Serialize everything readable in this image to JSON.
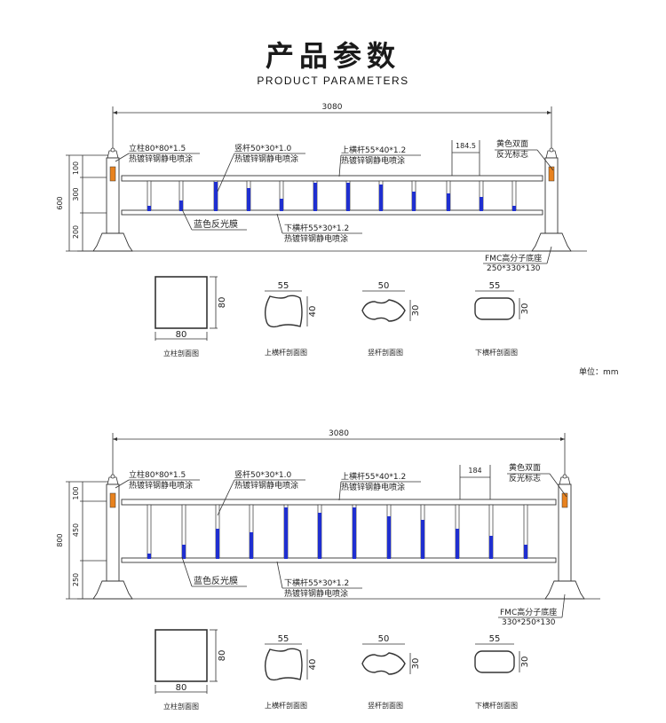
{
  "header": {
    "title": "产品参数",
    "subtitle": "PRODUCT PARAMETERS"
  },
  "colors": {
    "line": "#333333",
    "reflective_blue": "#1f2fd0",
    "reflective_orange": "#e8821e",
    "background": "#ffffff"
  },
  "unit_label": "单位：mm",
  "drawing1": {
    "total_width": "3080",
    "height_total": "600",
    "height_parts": [
      "100",
      "300",
      "200"
    ],
    "spacing": "184.5",
    "post_label": [
      "立柱80*80*1.5",
      "热镀锌钢静电喷涂"
    ],
    "vertical_label": [
      "竖杆50*30*1.0",
      "热镀锌钢静电喷涂"
    ],
    "top_rail_label": [
      "上横杆55*40*1.2",
      "热镀锌钢静电喷涂"
    ],
    "reflector_label": [
      "黄色双面",
      "反光标志"
    ],
    "blue_film_label": "蓝色反光膜",
    "bottom_rail_label": [
      "下横杆55*30*1.2",
      "热镀锌钢静电喷涂"
    ],
    "base_label": [
      "FMC高分子底座",
      "250*330*130"
    ],
    "sections": [
      {
        "name": "立柱剖面图",
        "w": "80",
        "h": "80"
      },
      {
        "name": "上横杆剖面图",
        "w": "55",
        "h": "40"
      },
      {
        "name": "竖杆剖面图",
        "w": "50",
        "h": "30"
      },
      {
        "name": "下横杆剖面图",
        "w": "55",
        "h": "30"
      }
    ]
  },
  "drawing2": {
    "total_width": "3080",
    "height_total": "800",
    "height_parts": [
      "100",
      "450",
      "250"
    ],
    "spacing": "184",
    "post_label": [
      "立柱80*80*1.5",
      "热镀锌钢静电喷涂"
    ],
    "vertical_label": [
      "竖杆50*30*1.0",
      "热镀锌钢静电喷涂"
    ],
    "top_rail_label": [
      "上横杆55*40*1.2",
      "热镀锌钢静电喷涂"
    ],
    "reflector_label": [
      "黄色双面",
      "反光标志"
    ],
    "blue_film_label": "蓝色反光膜",
    "bottom_rail_label": [
      "下横杆55*30*1.2",
      "热镀锌钢静电喷涂"
    ],
    "base_label": [
      "FMC高分子底座",
      "330*250*130"
    ],
    "sections": [
      {
        "name": "立柱剖面图",
        "w": "80",
        "h": "80"
      },
      {
        "name": "上横杆剖面图",
        "w": "55",
        "h": "40"
      },
      {
        "name": "竖杆剖面图",
        "w": "50",
        "h": "30"
      },
      {
        "name": "下横杆剖面图",
        "w": "55",
        "h": "30"
      }
    ]
  }
}
